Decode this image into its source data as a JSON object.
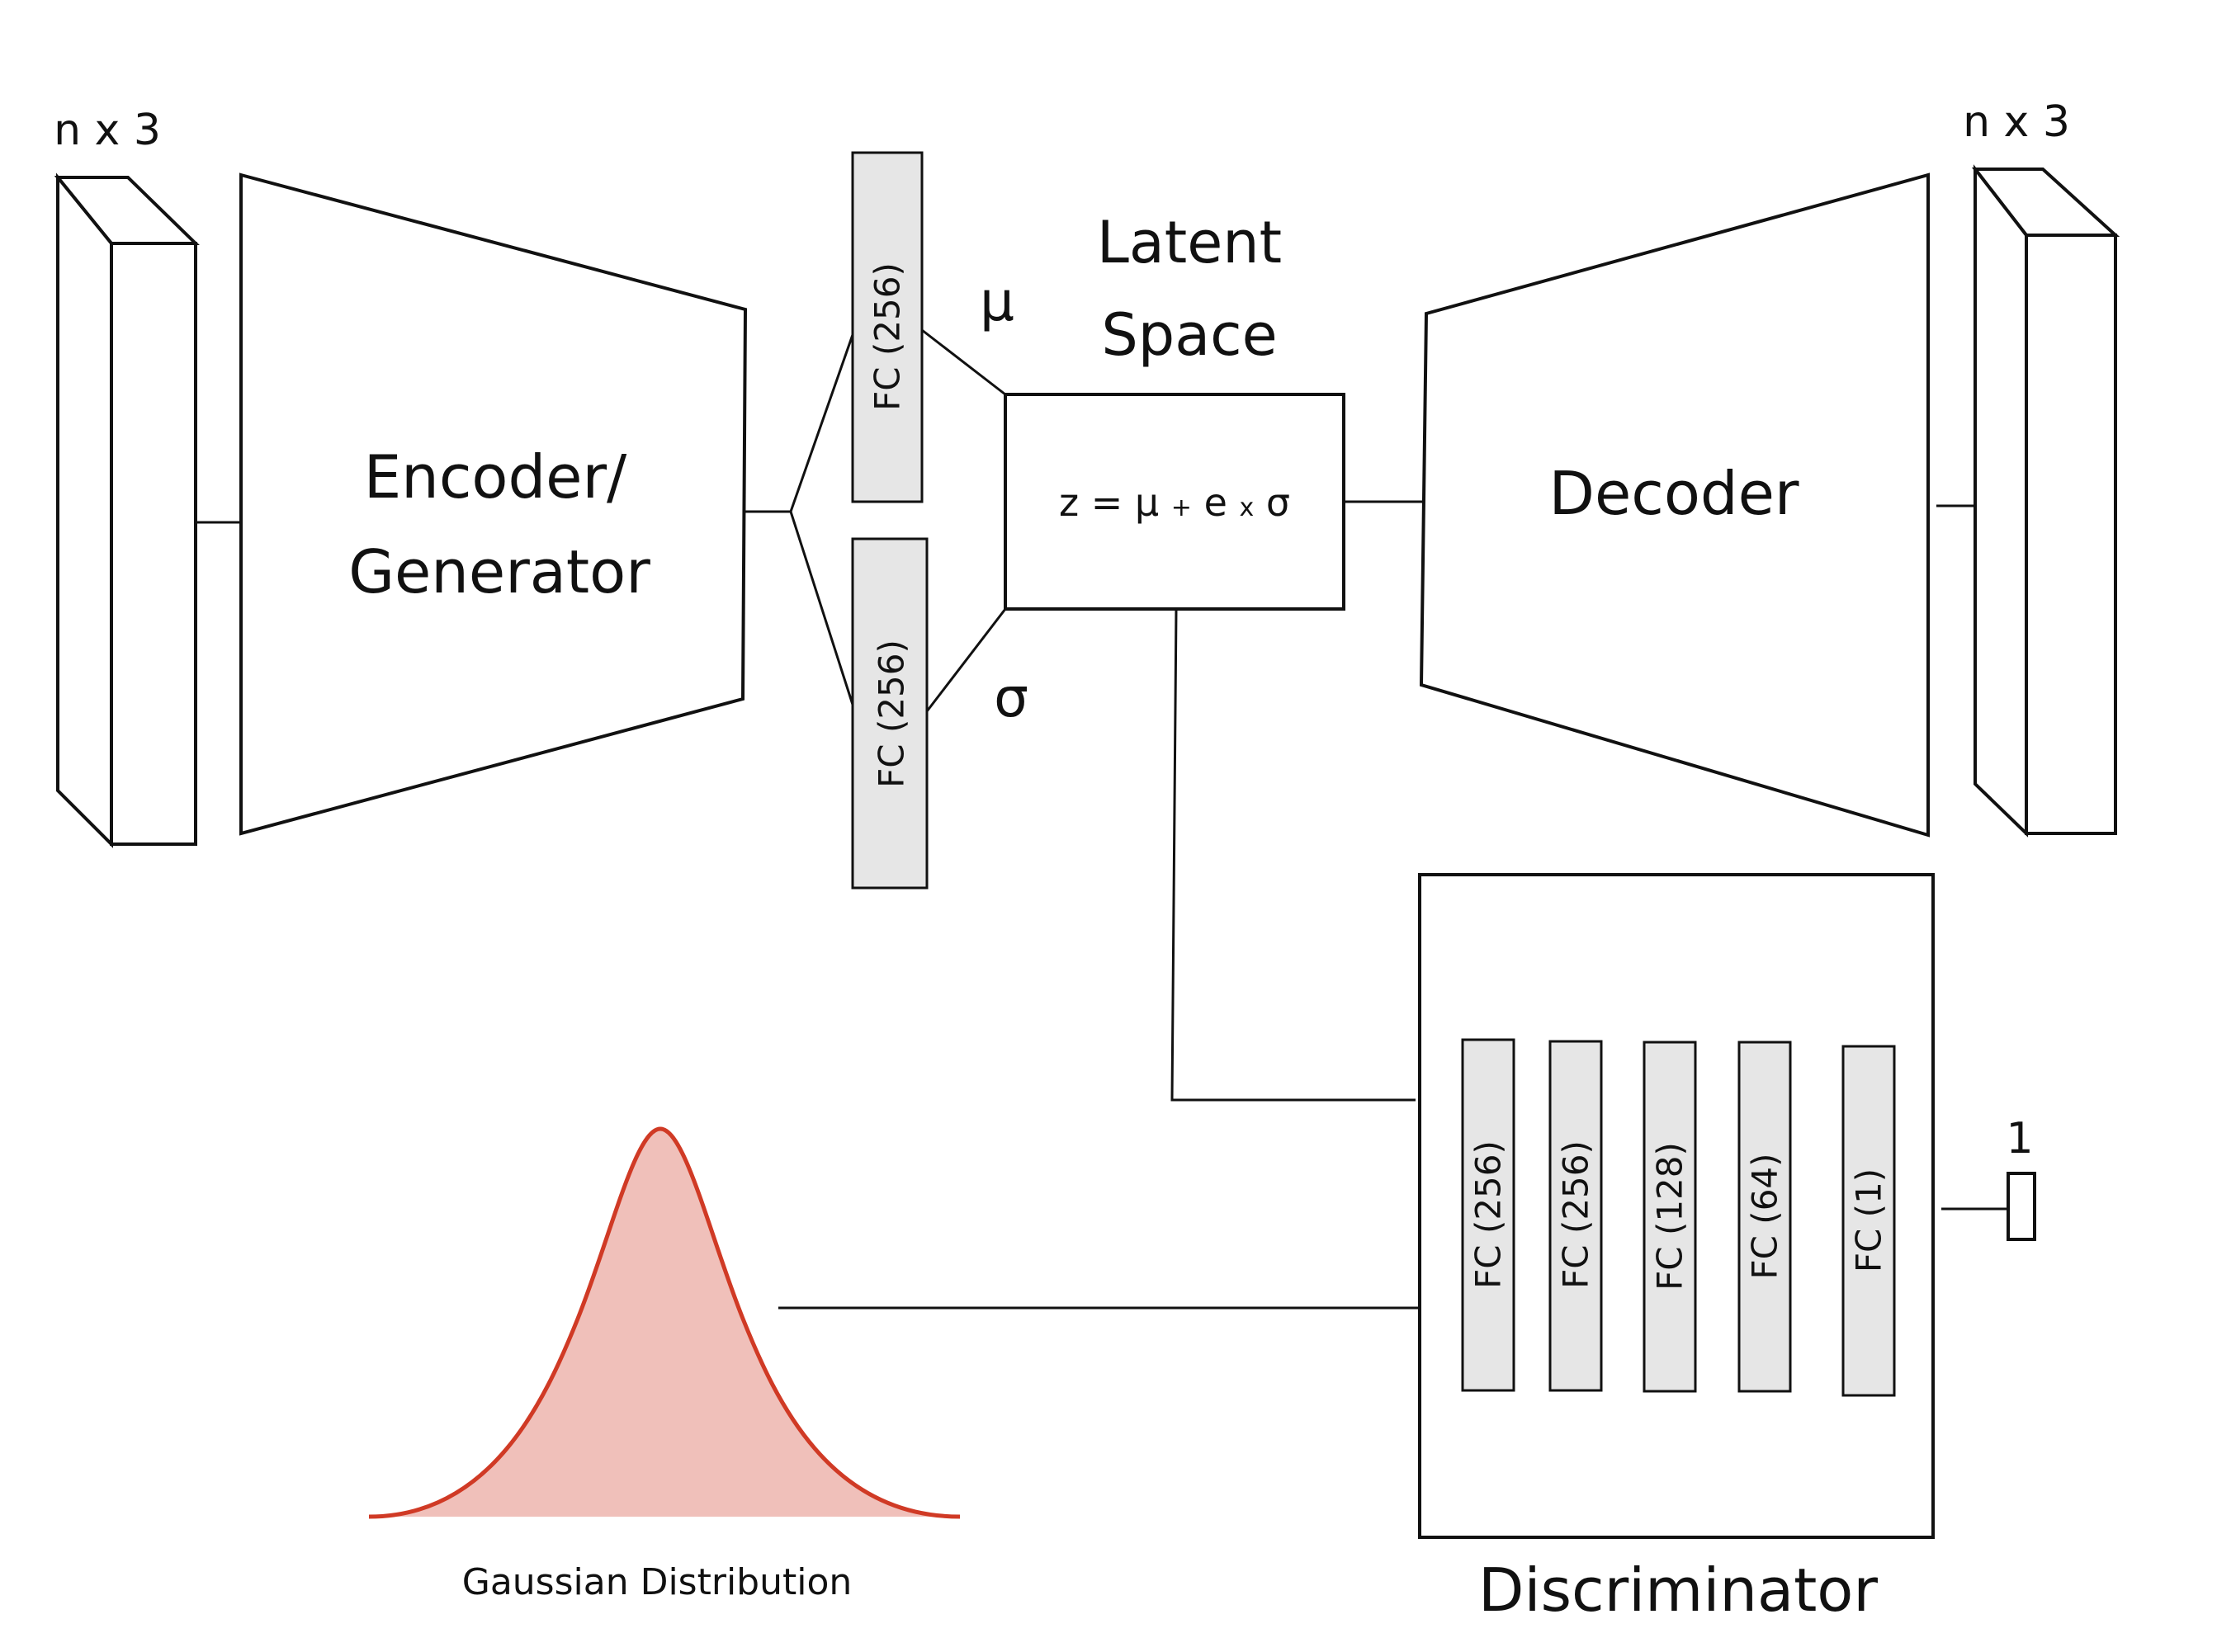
{
  "input_label": "n x 3",
  "output_label": "n x 3",
  "encoder_label_line1": "Encoder/",
  "encoder_label_line2": "Generator",
  "fc_mu_label": "FC (256)",
  "fc_sigma_label": "FC (256)",
  "mu_symbol": "μ",
  "sigma_symbol": "σ",
  "latent_title_line1": "Latent",
  "latent_title_line2": "Space",
  "latent_eq": {
    "z": "z",
    "equals": "=",
    "mu": "μ",
    "plus": "+",
    "e": "e",
    "times": "x",
    "sigma": "σ"
  },
  "decoder_label": "Decoder",
  "discriminator_label": "Discriminator",
  "discriminator_layers": [
    "FC (256)",
    "FC (256)",
    "FC (128)",
    "FC (64)",
    "FC (1)"
  ],
  "discriminator_output_label": "1",
  "gaussian_label": "Gaussian Distribution",
  "colors": {
    "gaussian_fill": "#f0c0ba",
    "gaussian_stroke": "#d03a25",
    "fc_fill": "#e6e6e6"
  }
}
